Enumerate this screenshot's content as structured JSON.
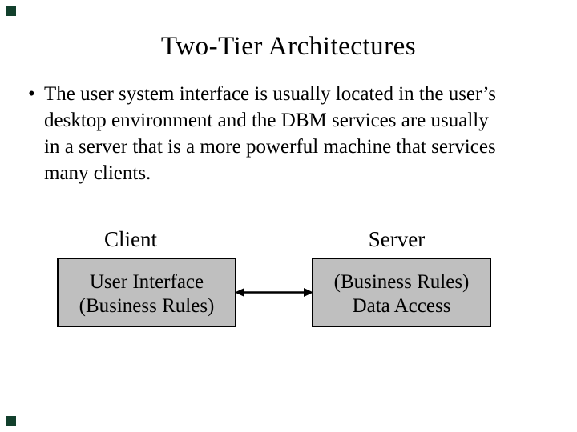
{
  "slide": {
    "title": "Two-Tier Architectures",
    "bullet": {
      "marker": "•",
      "lines": [
        "The user system interface is usually located in the user’s",
        "desktop environment and the DBM services are usually",
        "in a server that is a more powerful machine that services",
        "many clients."
      ]
    },
    "diagram": {
      "client_label": "Client",
      "server_label": "Server",
      "client_box": {
        "line1": "User Interface",
        "line2": "(Business Rules)"
      },
      "server_box": {
        "line1": "(Business Rules)",
        "line2": "Data Access"
      },
      "arrow": "bidirectional"
    },
    "colors": {
      "background": "#ffffff",
      "text": "#000000",
      "box_fill": "#bfbfbf",
      "box_border": "#000000",
      "arrow": "#000000",
      "corner_marker": "#12402c"
    }
  }
}
